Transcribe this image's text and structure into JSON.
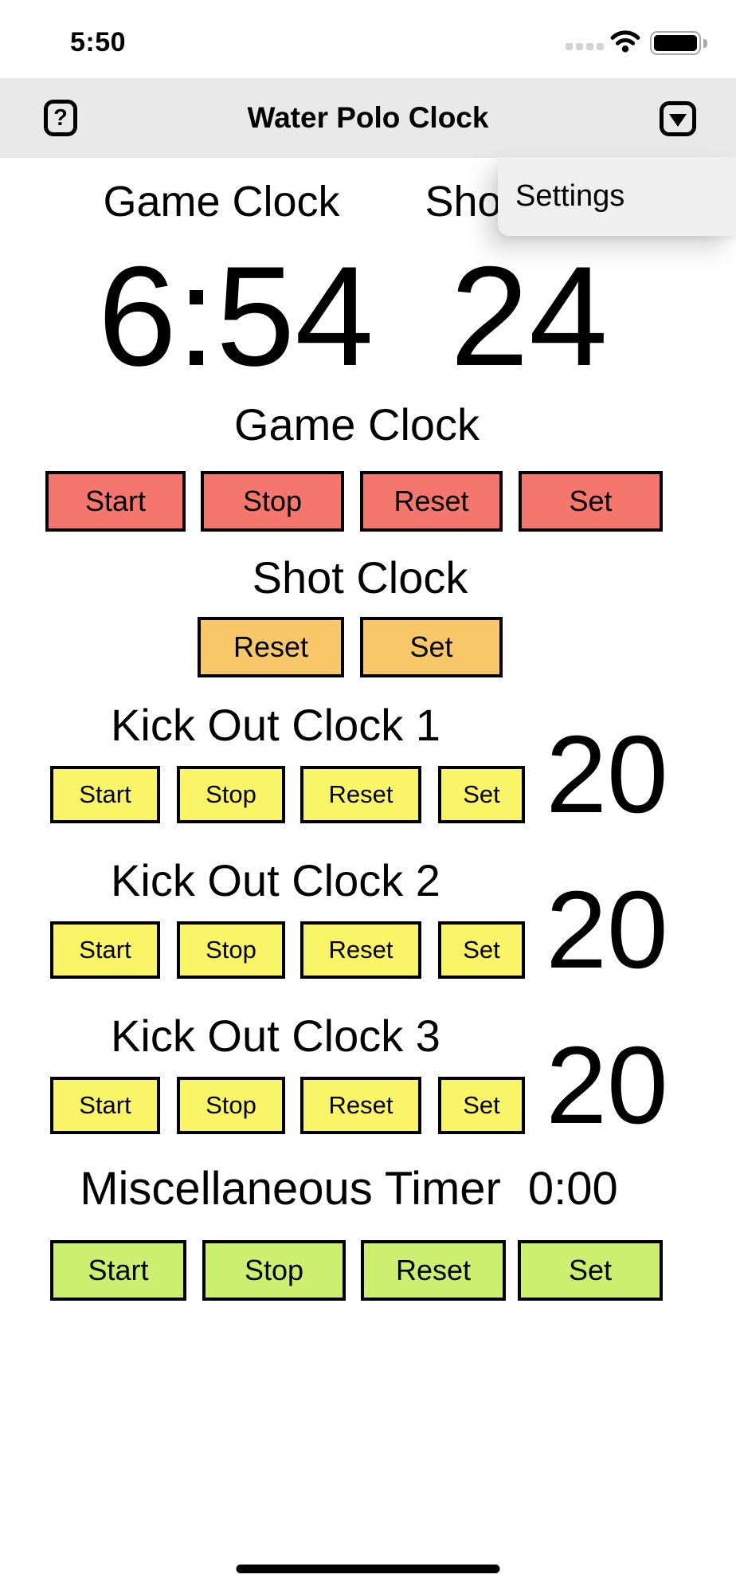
{
  "status_bar": {
    "time": "5:50"
  },
  "nav_bar": {
    "title": "Water Polo Clock",
    "help_button": "?"
  },
  "menu": {
    "items": [
      {
        "label": "Settings"
      }
    ]
  },
  "scoreboard": {
    "game_header": "Game Clock",
    "shot_header": "Shot Clock",
    "game_value": "6:54",
    "shot_value": "24"
  },
  "sections": {
    "game": {
      "label": "Game Clock",
      "buttons": [
        "Start",
        "Stop",
        "Reset",
        "Set"
      ]
    },
    "shot": {
      "label": "Shot Clock",
      "buttons": [
        "Reset",
        "Set"
      ]
    },
    "kick_out": {
      "rows": [
        {
          "label": "Kick Out Clock 1",
          "value": "20",
          "buttons": [
            "Start",
            "Stop",
            "Reset",
            "Set"
          ]
        },
        {
          "label": "Kick Out Clock 2",
          "value": "20",
          "buttons": [
            "Start",
            "Stop",
            "Reset",
            "Set"
          ]
        },
        {
          "label": "Kick Out Clock 3",
          "value": "20",
          "buttons": [
            "Start",
            "Stop",
            "Reset",
            "Set"
          ]
        }
      ]
    },
    "misc": {
      "label": "Miscellaneous Timer",
      "value": "0:00",
      "buttons": [
        "Start",
        "Stop",
        "Reset",
        "Set"
      ]
    }
  },
  "colors": {
    "game-btn": "#F4766D",
    "shot-btn": "#F7C768",
    "kick-btn": "#F9F566",
    "misc-btn": "#CBF06F",
    "navbar-bg": "#E9E9EA",
    "menu-bg": "#EFEFF0"
  }
}
